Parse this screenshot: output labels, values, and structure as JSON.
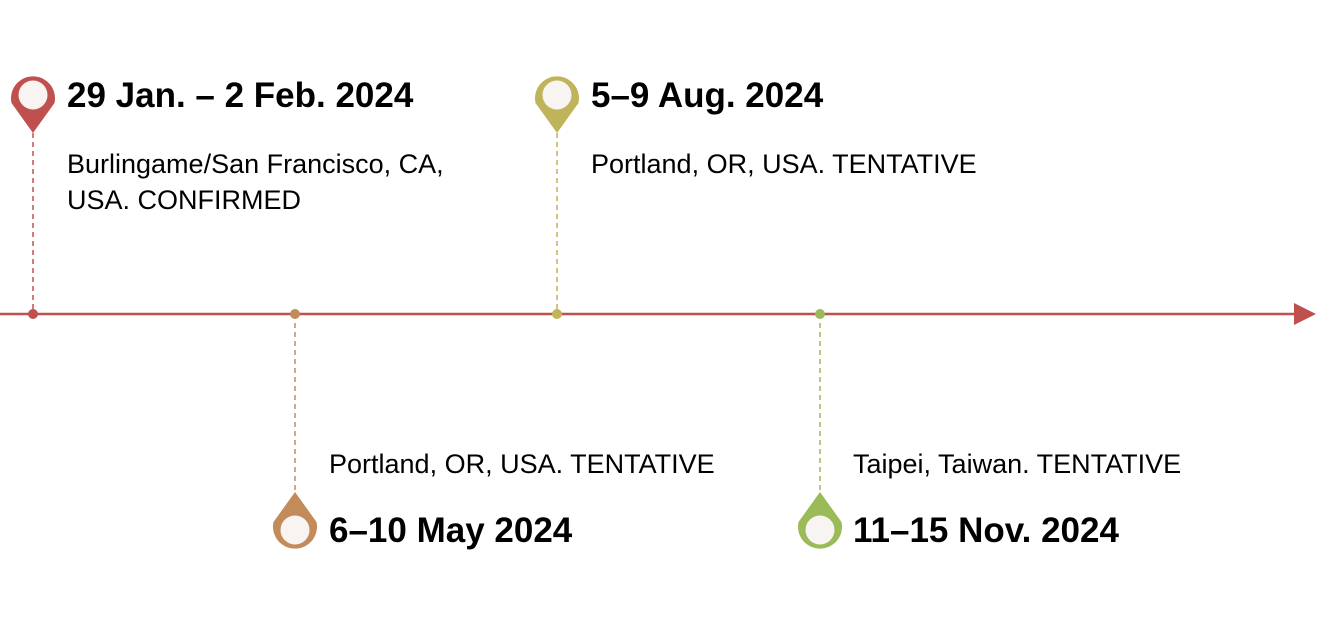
{
  "colors": {
    "axis": "#c0504d",
    "background": "#ffffff",
    "text": "#000000",
    "pin_fill": "#f8f4f2"
  },
  "events": [
    {
      "date": "29 Jan. – 2 Feb. 2024",
      "location": "Burlingame/San Francisco, CA, USA. CONFIRMED",
      "status": "CONFIRMED",
      "position": "above",
      "color": "#c0504d"
    },
    {
      "date": "6–10 May 2024",
      "location": "Portland, OR, USA. TENTATIVE",
      "status": "TENTATIVE",
      "position": "below",
      "color": "#c38a5a"
    },
    {
      "date": "5–9 Aug. 2024",
      "location": "Portland, OR, USA. TENTATIVE",
      "status": "TENTATIVE",
      "position": "above",
      "color": "#bfb45a"
    },
    {
      "date": "11–15 Nov. 2024",
      "location": "Taipei, Taiwan. TENTATIVE",
      "status": "TENTATIVE",
      "position": "below",
      "color": "#9bbb59"
    }
  ]
}
